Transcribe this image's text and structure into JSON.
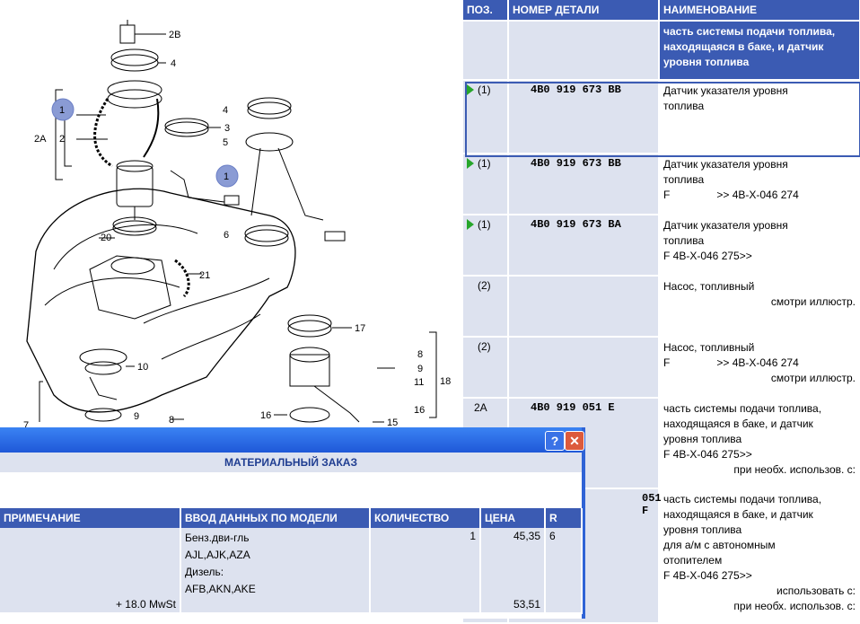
{
  "diagram": {
    "labels": [
      "2B",
      "4",
      "1",
      "2A",
      "2",
      "3",
      "4",
      "5",
      "1",
      "6",
      "20",
      "21",
      "17",
      "10",
      "8",
      "9",
      "18",
      "11",
      "16",
      "9",
      "8",
      "7",
      "16",
      "15"
    ]
  },
  "parts": {
    "headers": {
      "pos": "ПОЗ.",
      "num": "НОМЕР ДЕТАЛИ",
      "name": "НАИМЕНОВАНИЕ"
    },
    "header_row": {
      "name": "часть системы подачи топлива, находящаяся в баке, и датчик уровня топлива"
    },
    "rows": [
      {
        "pos": "(1)",
        "num": "4B0 919 673 BB",
        "name": [
          "Датчик указателя уровня",
          "топлива"
        ]
      },
      {
        "pos": "(1)",
        "num": "4B0 919 673 BB",
        "name": [
          "Датчик указателя уровня",
          "топлива"
        ],
        "note": "F",
        "note2": ">> 4B-X-046 274"
      },
      {
        "pos": "(1)",
        "num": "4B0 919 673 BA",
        "name": [
          "Датчик указателя уровня",
          "топлива"
        ],
        "note": "F 4B-X-046 275>>"
      },
      {
        "pos": "(2)",
        "num": "",
        "name": [
          "Насос, топливный"
        ],
        "right": "смотри иллюстр."
      },
      {
        "pos": "(2)",
        "num": "",
        "name": [
          "Насос, топливный"
        ],
        "note": "F",
        "note2": ">> 4B-X-046 274",
        "right": "смотри иллюстр."
      },
      {
        "pos": "2A",
        "num": "4B0 919 051 E",
        "name": [
          "часть системы подачи топлива,",
          "находящаяся в баке, и датчик",
          "уровня топлива"
        ],
        "note": "F 4B-X-046 275>>",
        "right": "при необх. использов. с:"
      },
      {
        "pos": "",
        "num": "051 F",
        "name": [
          "часть системы подачи топлива,",
          "находящаяся в баке, и датчик",
          "уровня топлива",
          "для а/м с автономным",
          "отопителем"
        ],
        "note": "F 4B-X-046 275>>",
        "right": "использовать с:",
        "right2": "при необх. использов. с:"
      }
    ]
  },
  "dialog": {
    "title_help": "?",
    "title_close": "✕",
    "subtitle": "МАТЕРИАЛЬНЫЙ ЗАКАЗ",
    "headers": {
      "note": "ПРИМЕЧАНИЕ",
      "model": "ВВОД ДАННЫХ ПО МОДЕЛИ",
      "qty": "КОЛИЧЕСТВО",
      "price": "ЦЕНА",
      "r": "R"
    },
    "row": {
      "model": [
        "Бенз.дви-гль",
        "AJL,AJK,AZA",
        "Дизель:",
        "AFB,AKN,AKE"
      ],
      "qty": "1",
      "price": "45,35",
      "r": "6",
      "mwst": "+ 18.0 MwSt",
      "price_gross": "53,51"
    }
  },
  "colors": {
    "accent": "#3b5bb3",
    "row_bg": "#dde2ef",
    "marker": "#27a62b",
    "window": "#2f63d6"
  }
}
